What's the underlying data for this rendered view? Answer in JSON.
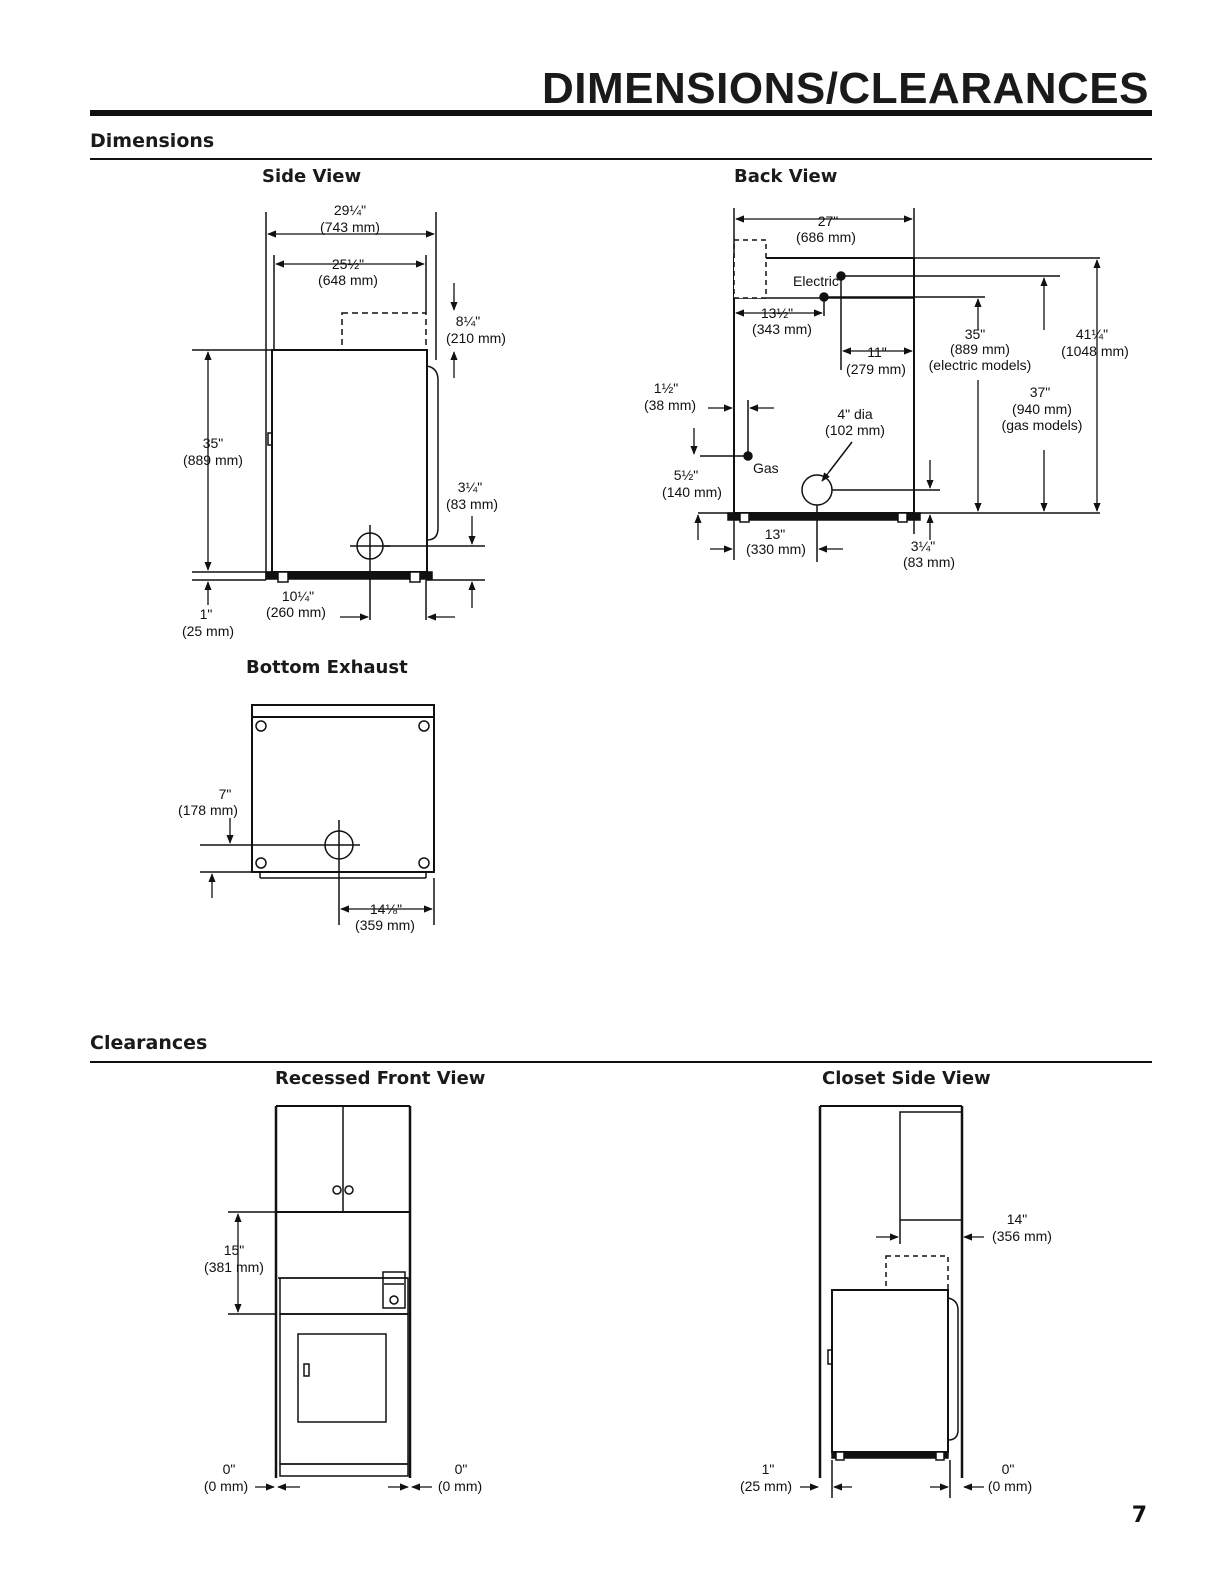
{
  "header": {
    "title": "DIMENSIONS/CLEARANCES"
  },
  "dimensions": {
    "section_title": "Dimensions",
    "side_view": {
      "title": "Side View",
      "depth_total": "29¼\"",
      "depth_total_mm": "(743 mm)",
      "depth_cabinet": "25½\"",
      "depth_cabinet_mm": "(648 mm)",
      "console_height": "8¼\"",
      "console_height_mm": "(210 mm)",
      "height": "35\"",
      "height_mm": "(889 mm)",
      "exhaust_height": "3¼\"",
      "exhaust_height_mm": "(83 mm)",
      "exhaust_offset": "10¼\"",
      "exhaust_offset_mm": "(260 mm)",
      "leg_height": "1\"",
      "leg_height_mm": "(25 mm)"
    },
    "back_view": {
      "title": "Back View",
      "width": "27\"",
      "width_mm": "(686 mm)",
      "electric_label": "Electric",
      "electric_offset": "13½\"",
      "electric_offset_mm": "(343 mm)",
      "electric_to_center": "11\"",
      "electric_to_center_mm": "(279 mm)",
      "gas_side": "1½\"",
      "gas_side_mm": "(38 mm)",
      "gas_label": "Gas",
      "gas_height": "5½\"",
      "gas_height_mm": "(140 mm)",
      "vent_diameter": "4\" dia",
      "vent_diameter_mm": "(102 mm)",
      "vent_offset": "13\"",
      "vent_offset_mm": "(330 mm)",
      "vent_height": "3¼\"",
      "vent_height_mm": "(83 mm)",
      "electric_height": "35\"",
      "electric_height_mm": "(889 mm)",
      "electric_height_note": "(electric models)",
      "gas_total_height": "37\"",
      "gas_total_height_mm": "(940 mm)",
      "gas_total_height_note": "(gas models)",
      "overall_height": "41¼\"",
      "overall_height_mm": "(1048 mm)"
    },
    "bottom_exhaust": {
      "title": "Bottom Exhaust",
      "front_offset": "7\"",
      "front_offset_mm": "(178 mm)",
      "side_offset": "14⅛\"",
      "side_offset_mm": "(359 mm)"
    }
  },
  "clearances": {
    "section_title": "Clearances",
    "recessed_front_view": {
      "title": "Recessed Front View",
      "top": "15\"",
      "top_mm": "(381 mm)",
      "left": "0\"",
      "left_mm": "(0 mm)",
      "right": "0\"",
      "right_mm": "(0 mm)"
    },
    "closet_side_view": {
      "title": "Closet Side View",
      "top": "14\"",
      "top_mm": "(356 mm)",
      "back": "1\"",
      "back_mm": "(25 mm)",
      "front": "0\"",
      "front_mm": "(0 mm)"
    }
  },
  "footer": {
    "page_number": "7"
  }
}
